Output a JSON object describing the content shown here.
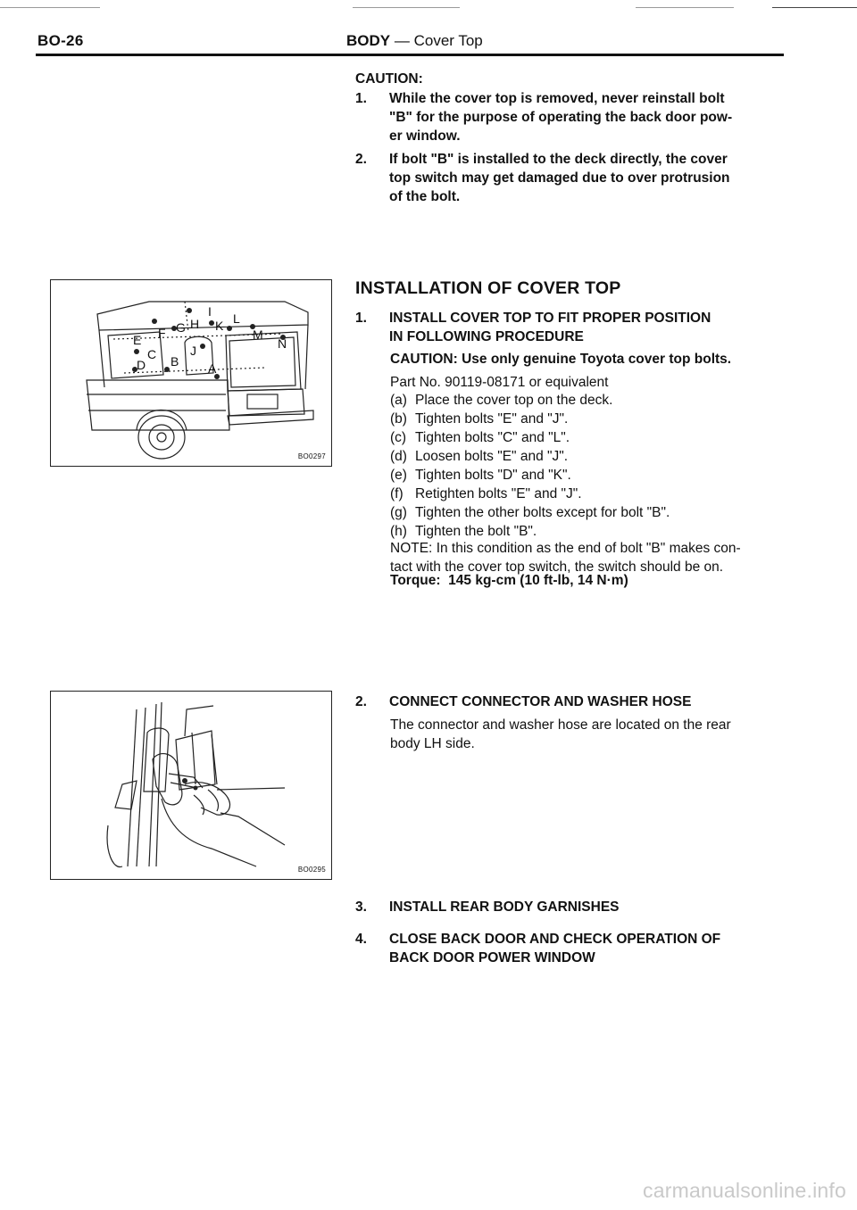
{
  "header": {
    "page_number": "BO-26",
    "section": "BODY",
    "dash": "—",
    "subsection": "Cover Top"
  },
  "caution_block": {
    "title": "CAUTION:",
    "items": [
      {
        "num": "1.",
        "lines": [
          "While the cover top is removed, never reinstall bolt",
          "\"B\" for the purpose of operating the back door pow-",
          "er window."
        ]
      },
      {
        "num": "2.",
        "lines": [
          "If bolt \"B\" is installed to the deck directly, the cover",
          "top switch may get damaged due to over protrusion",
          "of the bolt."
        ]
      }
    ]
  },
  "figures": {
    "fig1": {
      "code": "BO0297",
      "labels": [
        "I",
        "E",
        "F",
        "G",
        "H",
        "K",
        "L",
        "M",
        "N",
        "C",
        "D",
        "B",
        "J",
        "A"
      ]
    },
    "fig2": {
      "code": "BO0295"
    }
  },
  "installation": {
    "title": "INSTALLATION OF COVER TOP",
    "step1": {
      "num": "1.",
      "lines": [
        "INSTALL COVER TOP TO FIT PROPER POSITION",
        "IN FOLLOWING PROCEDURE"
      ],
      "caution_label": "CAUTION:",
      "caution_text": "Use only genuine Toyota cover top bolts.",
      "part_no": "Part No. 90119-08171 or equivalent",
      "substeps": [
        {
          "label": "(a)",
          "text": "Place the cover top on the deck."
        },
        {
          "label": "(b)",
          "text": "Tighten bolts \"E\" and \"J\"."
        },
        {
          "label": "(c)",
          "text": "Tighten bolts \"C\" and \"L\"."
        },
        {
          "label": "(d)",
          "text": "Loosen bolts \"E\" and \"J\"."
        },
        {
          "label": "(e)",
          "text": "Tighten bolts \"D\" and \"K\"."
        },
        {
          "label": "(f)",
          "text": "Retighten bolts \"E\" and \"J\"."
        },
        {
          "label": "(g)",
          "text": "Tighten the other bolts except for bolt \"B\"."
        },
        {
          "label": "(h)",
          "text": "Tighten the bolt \"B\"."
        }
      ],
      "note_label": "NOTE:",
      "note_lines": [
        "In this condition as the end of bolt \"B\" makes con-",
        "tact with the cover top switch, the switch should be on."
      ],
      "torque_label": "Torque:",
      "torque_value": "145 kg-cm (10 ft-lb, 14 N·m)"
    },
    "step2": {
      "num": "2.",
      "title": "CONNECT CONNECTOR AND WASHER HOSE",
      "lines": [
        "The connector and washer hose are located on the rear",
        "body LH side."
      ]
    },
    "step3": {
      "num": "3.",
      "title": "INSTALL REAR BODY GARNISHES"
    },
    "step4": {
      "num": "4.",
      "lines": [
        "CLOSE BACK DOOR AND CHECK OPERATION OF",
        "BACK DOOR POWER WINDOW"
      ]
    }
  },
  "watermark": "carmanualsonline.info"
}
